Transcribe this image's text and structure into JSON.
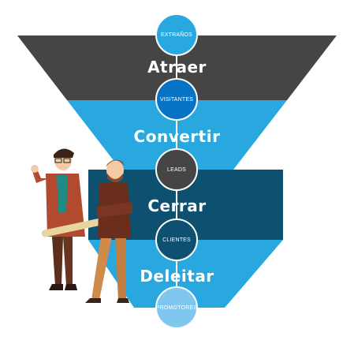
{
  "stages": [
    {
      "label": "Atraer",
      "color": "#454545"
    },
    {
      "label": "Convertir",
      "color": "#29a8e0"
    },
    {
      "label": "Cerrar",
      "color": "#0d5070"
    },
    {
      "label": "Deleitar",
      "color": "#29a8e0"
    }
  ],
  "transitions": [
    {
      "label": "EXTRAÑOS",
      "fill": "#29a8e0",
      "border": "#ffffff"
    },
    {
      "label": "VISITANTES",
      "fill": "#0873c4",
      "border": "#ffffff"
    },
    {
      "label": "LEADS",
      "fill": "#454545",
      "border": "#ffffff"
    },
    {
      "label": "CLIENTES",
      "fill": "#0d5070",
      "border": "#ffffff"
    },
    {
      "label": "PROMOTORES",
      "fill": "#7fc7ef",
      "border": "#ffffff"
    }
  ],
  "figures": [
    {
      "name": "man-with-glasses-holding-scroll"
    },
    {
      "name": "man-arms-crossed"
    }
  ]
}
